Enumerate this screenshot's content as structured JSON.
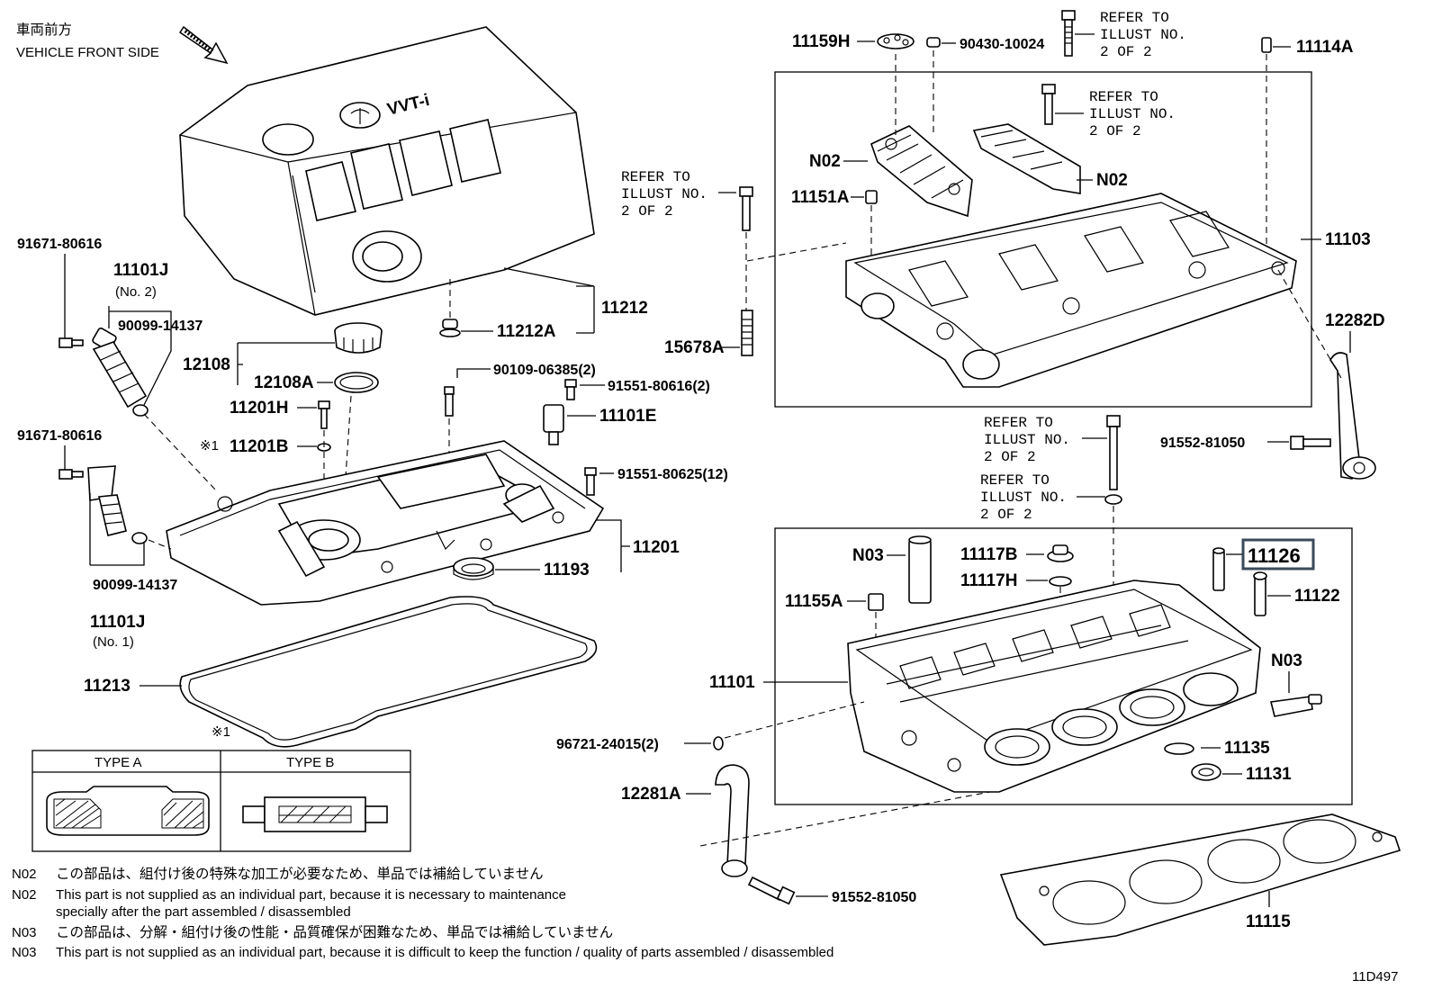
{
  "header": {
    "vehicle_front_jp": "車両前方",
    "vehicle_front_en": "VEHICLE FRONT SIDE",
    "cover_logo_text": "VVT-i"
  },
  "labels": {
    "p11159H": "11159H",
    "p90430": "90430-10024",
    "p11114A": "11114A",
    "p11103": "11103",
    "p11151A": "11151A",
    "p15678A": "15678A",
    "p12282D": "12282D",
    "p91552a": "91552-81050",
    "p91552b": "91552-81050",
    "p11212": "11212",
    "p11212A": "11212A",
    "p90109": "90109-06385(2)",
    "p91551a": "91551-80616(2)",
    "p11101E": "11101E",
    "p91551b": "91551-80625(12)",
    "p12108": "12108",
    "p12108A": "12108A",
    "p11201H": "11201H",
    "p11201B": "11201B",
    "mark1": "※1",
    "mark2": "※1",
    "p11201": "11201",
    "p11193": "11193",
    "p11213": "11213",
    "p91671a": "91671-80616",
    "p91671b": "91671-80616",
    "p11101J_2": "11101J",
    "p11101J_2_sub": "(No. 2)",
    "p90099a": "90099-14137",
    "p90099b": "90099-14137",
    "p11101J_1": "11101J",
    "p11101J_1_sub": "(No. 1)",
    "pN02a": "N02",
    "pN02b": "N02",
    "pN03a": "N03",
    "pN03b": "N03",
    "p11117B": "11117B",
    "p11117H": "11117H",
    "p11155A": "11155A",
    "p11101": "11101",
    "p11126": "11126",
    "p11122": "11122",
    "p11135": "11135",
    "p11131": "11131",
    "p96721": "96721-24015(2)",
    "p12281A": "12281A",
    "p11115": "11115",
    "diagram_code": "11D497"
  },
  "refer_notes": [
    [
      "REFER TO",
      "ILLUST NO.",
      "2 OF 2"
    ],
    [
      "REFER TO",
      "ILLUST NO.",
      "2 OF 2"
    ],
    [
      "REFER TO",
      "ILLUST NO.",
      "2 OF 2"
    ],
    [
      "REFER TO",
      "ILLUST NO.",
      "2 OF 2"
    ],
    [
      "REFER TO",
      "ILLUST NO.",
      "2 OF 2"
    ]
  ],
  "type_table": {
    "type_a": "TYPE A",
    "type_b": "TYPE B"
  },
  "footnotes": {
    "n02_jp_code": "N02",
    "n02_jp": "この部品は、組付け後の特殊な加工が必要なため、単品では補給していません",
    "n02_en_code": "N02",
    "n02_en_1": "This part is not supplied as an individual part, because it is necessary to maintenance",
    "n02_en_2": "specially after the part assembled / disassembled",
    "n03_jp_code": "N03",
    "n03_jp": "この部品は、分解・組付け後の性能・品質確保が困難なため、単品では補給していません",
    "n03_en_code": "N03",
    "n03_en": "This part is not supplied as an individual part, because it is difficult to keep the function / quality of parts  assembled / disassembled"
  },
  "highlight_color": "#3a4a5a"
}
